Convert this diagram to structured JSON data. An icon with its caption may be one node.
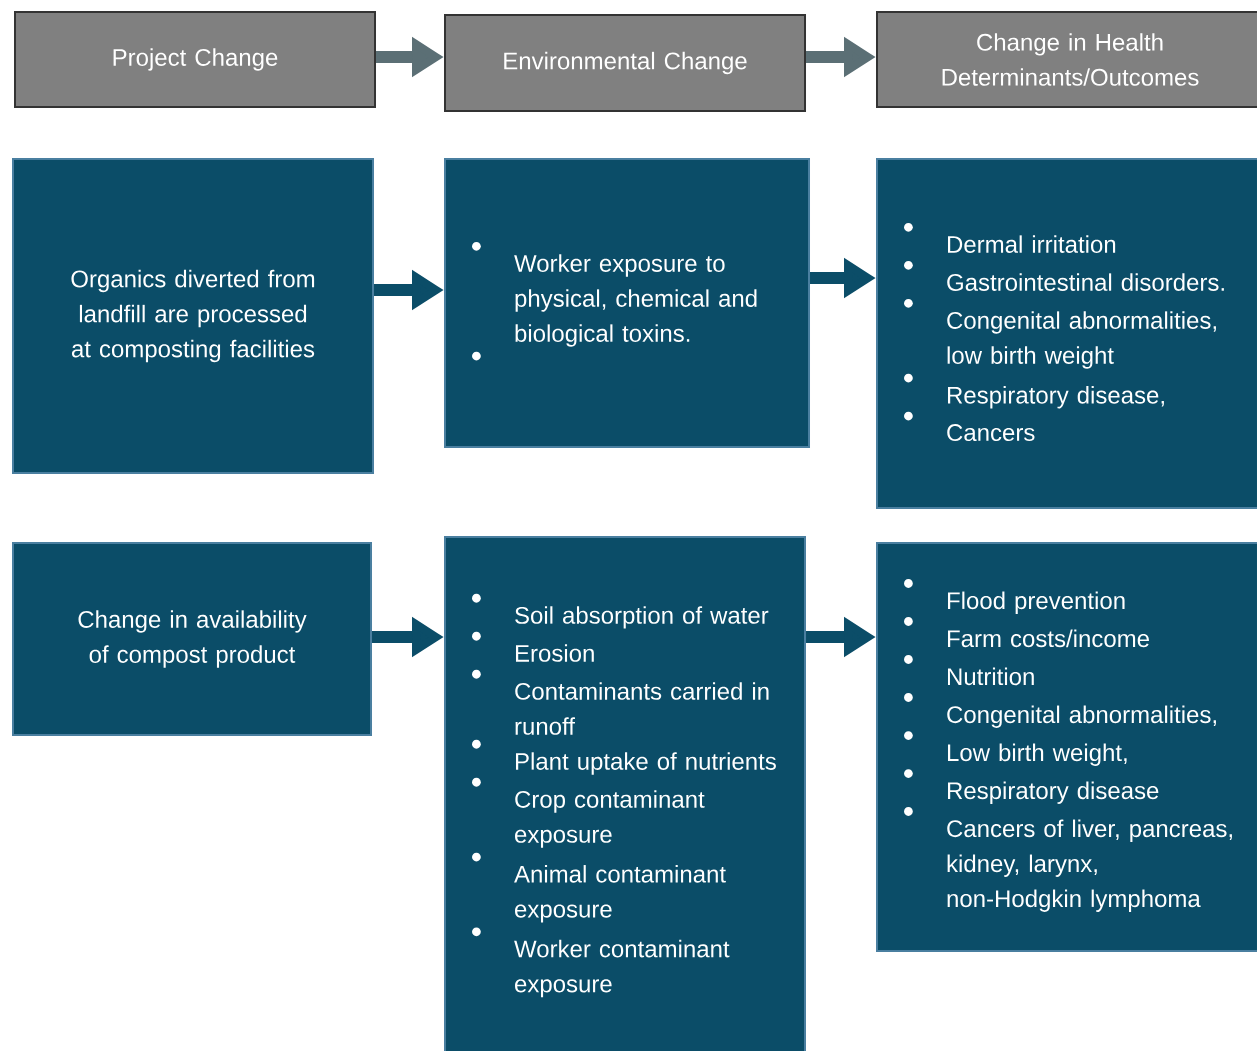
{
  "diagram": {
    "nodes": [
      {
        "text": [
          "Project Change"
        ]
      },
      {
        "text": [
          "Environmental Change"
        ]
      },
      {
        "text": [
          "Change in Health Determinants/Outcomes"
        ]
      },
      {
        "text": [
          "Organics diverted from landfill are processed at composting facilities"
        ]
      },
      {
        "text": [
          "Worker exposure to physical, chemical and biological toxins."
        ]
      },
      {
        "text": [
          "Dermal irritation",
          "Gastrointestinal disorders.",
          "Congenital abnormalities, low birth weight",
          "Respiratory disease,",
          "Cancers"
        ]
      },
      {
        "text": [
          "Change in availability of compost product"
        ]
      },
      {
        "text": [
          "Soil absorption of water",
          "Erosion",
          "Contaminants carried in runoff",
          "Plant uptake of nutrients",
          "Crop contaminant exposure",
          "Animal contaminant exposure",
          "Worker contaminant exposure"
        ]
      },
      {
        "text": [
          "Flood prevention",
          "Farm costs/income",
          "Nutrition",
          "Congenital abnormalities,",
          "Low birth weight,",
          "Respiratory disease",
          "Cancers of liver, pancreas, kidney, larynx, non-Hodgkin lymphoma"
        ]
      }
    ],
    "edges": [
      {
        "from": 0,
        "to": 1,
        "arrow": "to",
        "color": "#5b6f75"
      },
      {
        "from": 1,
        "to": 2,
        "arrow": "to",
        "color": "#5b6f75"
      },
      {
        "from": 3,
        "to": 4,
        "arrow": "to"
      },
      {
        "from": 4,
        "to": 5,
        "arrow": "to"
      },
      {
        "from": 6,
        "to": 7,
        "arrow": "to"
      },
      {
        "from": 7,
        "to": 8,
        "arrow": "to"
      }
    ]
  }
}
